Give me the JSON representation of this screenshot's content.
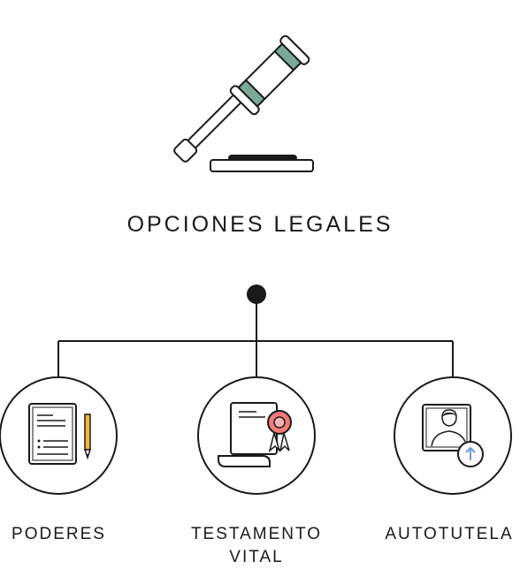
{
  "title": "OPCIONES LEGALES",
  "options": [
    {
      "label": "PODERES",
      "icon": "document-pencil-icon"
    },
    {
      "label": "TESTAMENTO\nVITAL",
      "icon": "certificate-scroll-icon"
    },
    {
      "label": "AUTOTUTELA",
      "icon": "person-upload-icon"
    }
  ],
  "colors": {
    "accent_green": "#7aaa97",
    "accent_red": "#f07a7a",
    "accent_orange": "#f2b63a",
    "accent_blue": "#6f98d8",
    "stroke": "#1a1a1a"
  },
  "header_icon": "gavel-icon"
}
